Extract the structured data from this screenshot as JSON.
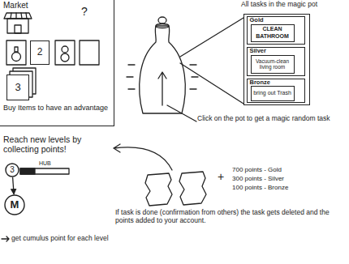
{
  "diagram": {
    "nodes": [
      {
        "text": [
          "Market",
          "?",
          "Buy Items to have an advantage"
        ]
      },
      {
        "text": [
          "2"
        ],
        "in": 0
      },
      {
        "text": [
          "3"
        ],
        "in": 0
      },
      {
        "text": [
          "All tasks in the magic pot"
        ]
      },
      {
        "text": [
          "Gold"
        ],
        "in": 3
      },
      {
        "text": [
          "CLEAN BATHROOM"
        ],
        "in": 4
      },
      {
        "text": [
          "Silver"
        ],
        "in": 3
      },
      {
        "text": [
          "Vacuum-clean living room"
        ],
        "in": 6
      },
      {
        "text": [
          "Bronze"
        ],
        "in": 3
      },
      {
        "text": [
          "bring out Trash"
        ],
        "in": 8
      },
      {
        "text": [
          "3"
        ]
      },
      {
        "text": [
          "M"
        ]
      }
    ],
    "edges": [
      {
        "from": 10,
        "to": 11,
        "arrow": "to"
      }
    ],
    "labels": [
      "Reach new levels by collecting points!",
      "HUB",
      "get cumulus point for each level",
      "Click on the pot to get a magic random task",
      "+",
      "700 points - Gold",
      "300 points - Silver",
      "100 points - Bronze",
      "If task is done (confirmation from others) the task gets deleted and the points added to your account."
    ]
  }
}
